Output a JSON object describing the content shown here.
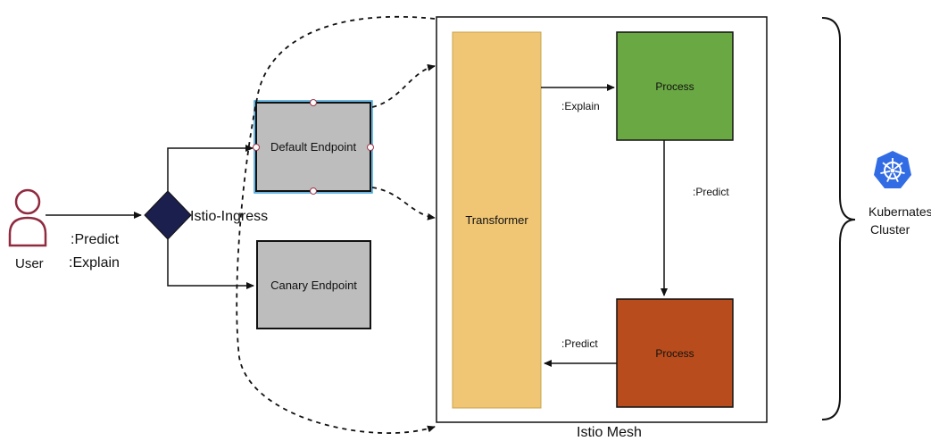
{
  "user": {
    "label": "User",
    "icon": "user-icon",
    "color": "#8f2a3f"
  },
  "ingress": {
    "label": "Istio-Ingress",
    "color": "#1a1f4d"
  },
  "request_labels": {
    "predict": ":Predict",
    "explain": ":Explain"
  },
  "default_endpoint": {
    "label": "Default Endpoint",
    "fill": "#bdbdbd",
    "selected_border": "#3aa0d8"
  },
  "canary_endpoint": {
    "label": "Canary Endpoint",
    "fill": "#bdbdbd"
  },
  "mesh": {
    "label": "Istio Mesh"
  },
  "transformer": {
    "label": "Transformer",
    "fill": "#f0c674"
  },
  "process_top": {
    "label": "Process",
    "fill": "#6aa843"
  },
  "process_bottom": {
    "label": "Process",
    "fill": "#b84c1c"
  },
  "edges": {
    "explain": ":Explain",
    "predict_down": ":Predict",
    "predict_back": ":Predict"
  },
  "cluster": {
    "label_line1": "Kubernates",
    "label_line2": "Cluster",
    "icon": "kubernetes-icon",
    "color": "#326ce5"
  }
}
